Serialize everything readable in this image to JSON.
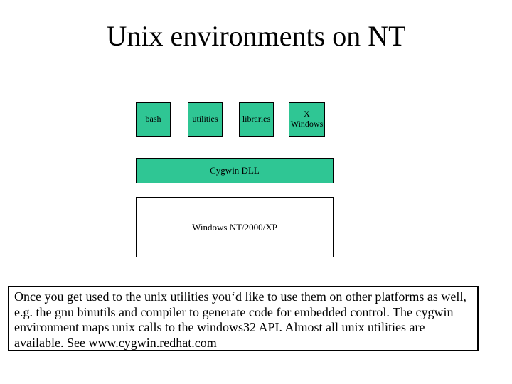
{
  "slide": {
    "title": "Unix environments on NT"
  },
  "diagram": {
    "fill_color": "#2FC694",
    "top_boxes": [
      {
        "label": "bash"
      },
      {
        "label": "utilities"
      },
      {
        "label": "libraries"
      },
      {
        "label": "X Windows"
      }
    ],
    "middle_bar": {
      "label": "Cygwin DLL"
    },
    "base_box": {
      "label": "Windows NT/2000/XP"
    }
  },
  "note": {
    "lines": [
      "Once you get used to the unix utilities you‘d like to use them on other platforms as well,",
      "e.g. the gnu binutils and compiler to generate code for embedded control. The cygwin",
      "environment maps unix calls to the windows32 API. Almost all unix utilities are",
      "available. See www.cygwin.redhat.com"
    ]
  }
}
